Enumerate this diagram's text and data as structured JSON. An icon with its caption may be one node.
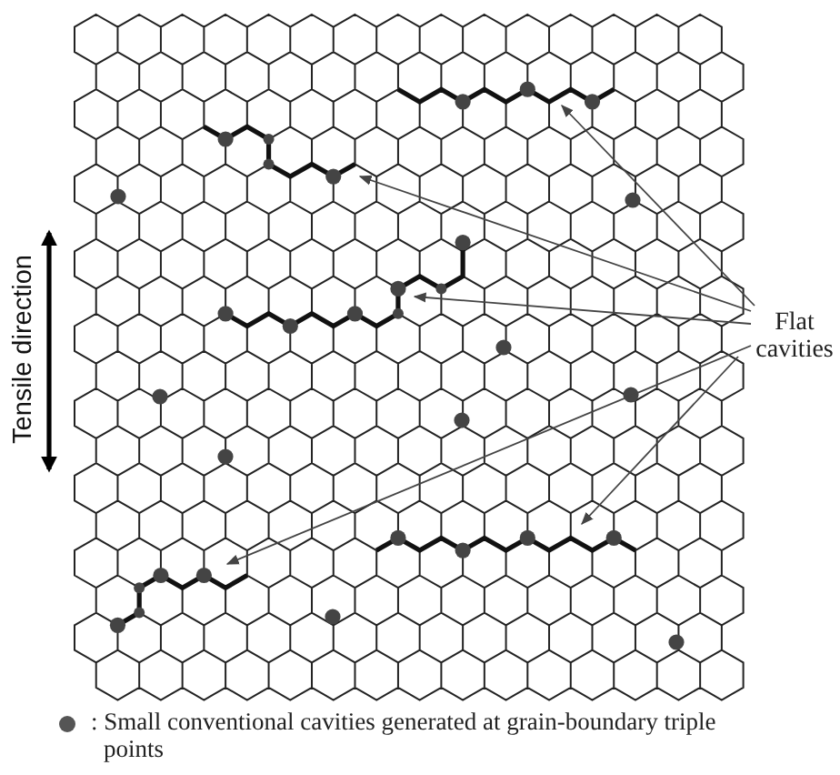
{
  "diagram": {
    "nodes": [
      {
        "text": [
          "Flat cavities"
        ]
      },
      {
        "text": [],
        "shape": "line"
      },
      {
        "text": [],
        "shape": "line"
      },
      {
        "text": [],
        "shape": "line"
      },
      {
        "text": [],
        "shape": "line"
      },
      {
        "text": [],
        "shape": "line"
      }
    ],
    "edges": [
      {
        "from": 0,
        "to": 1,
        "arrow": "to"
      },
      {
        "from": 0,
        "to": 2,
        "arrow": "to"
      },
      {
        "from": 0,
        "to": 3,
        "arrow": "to"
      },
      {
        "from": 0,
        "to": 4,
        "arrow": "to"
      },
      {
        "from": 0,
        "to": 5,
        "arrow": "to"
      }
    ],
    "labels": [
      "Tensile direction"
    ],
    "legend": [
      {
        "text": ": Small conventional cavities generated at grain-boundary triple points"
      }
    ]
  }
}
